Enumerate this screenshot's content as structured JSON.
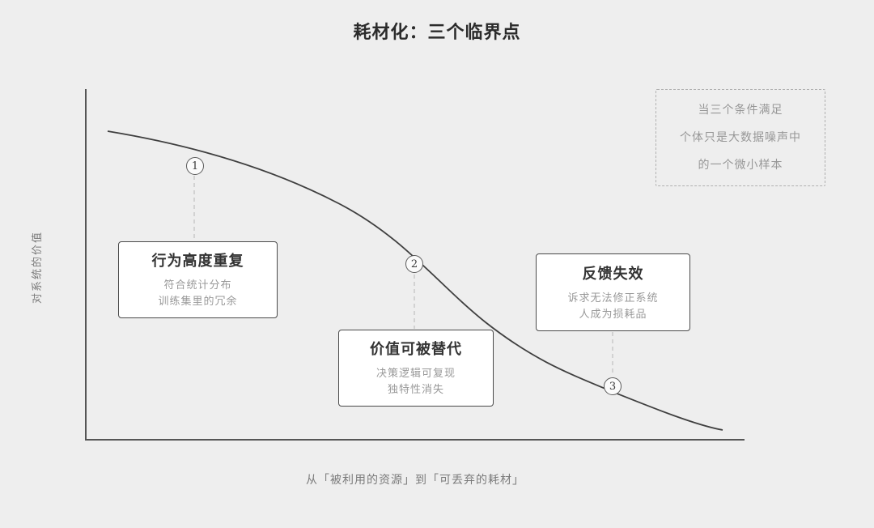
{
  "title": "耗材化：三个临界点",
  "axes": {
    "y_label": "对系统的价值",
    "x_label": "从「被利用的资源」到「可丢弃的耗材」"
  },
  "note_box": {
    "lines": [
      "当三个条件满足",
      "个体只是大数据噪声中",
      "的一个微小样本"
    ]
  },
  "points": [
    {
      "marker": "1",
      "title": "行为高度重复",
      "desc_lines": [
        "符合统计分布",
        "训练集里的冗余"
      ]
    },
    {
      "marker": "2",
      "title": "价值可被替代",
      "desc_lines": [
        "决策逻辑可复现",
        "独特性消失"
      ]
    },
    {
      "marker": "3",
      "title": "反馈失效",
      "desc_lines": [
        "诉求无法修正系统",
        "人成为损耗品"
      ]
    }
  ],
  "chart_data": {
    "type": "line",
    "title": "耗材化：三个临界点",
    "xlabel": "从「被利用的资源」到「可丢弃的耗材」",
    "ylabel": "对系统的价值",
    "x_range_normalized": [
      0,
      1
    ],
    "y_range_normalized": [
      0,
      1
    ],
    "grid": false,
    "curve_points_normalized": {
      "x": [
        0.03,
        0.16,
        0.3,
        0.39,
        0.5,
        0.61,
        0.71,
        0.8,
        0.88,
        0.97
      ],
      "y": [
        0.88,
        0.83,
        0.76,
        0.67,
        0.5,
        0.34,
        0.21,
        0.13,
        0.07,
        0.03
      ]
    },
    "annotations": [
      {
        "label": "1",
        "x_normalized": 0.16
      },
      {
        "label": "2",
        "x_normalized": 0.5
      },
      {
        "label": "3",
        "x_normalized": 0.8
      }
    ]
  },
  "colors": {
    "background": "#eeeeee",
    "axis": "#555555",
    "curve": "#3f3f3f",
    "box_border": "#4a4a4a",
    "box_fill": "#ffffff",
    "connector": "#b5b5b5",
    "text_primary": "#2b2b2b",
    "text_secondary": "#999999"
  }
}
